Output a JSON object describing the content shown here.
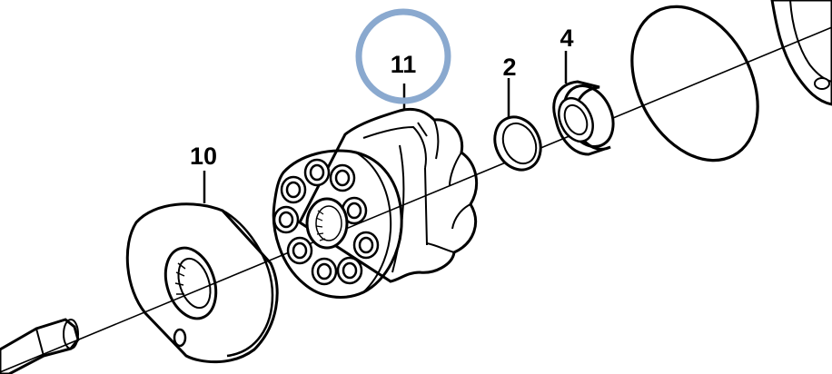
{
  "callouts": [
    {
      "id": "11",
      "text": "11",
      "highlighted": true
    },
    {
      "id": "2",
      "text": "2",
      "highlighted": false
    },
    {
      "id": "4",
      "text": "4",
      "highlighted": false
    },
    {
      "id": "10",
      "text": "10",
      "highlighted": false
    }
  ],
  "highlight_color": "#8aa9cf"
}
